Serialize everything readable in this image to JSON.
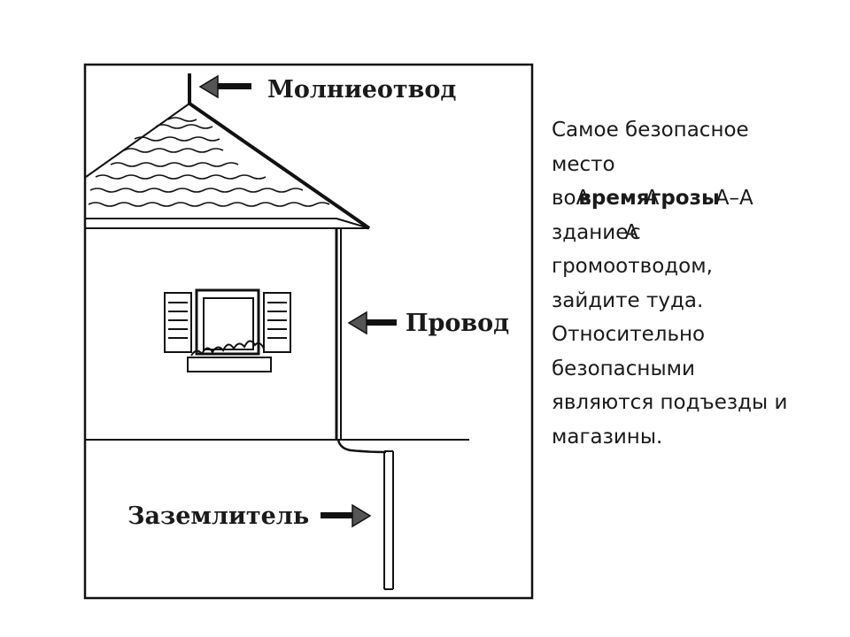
{
  "labels": {
    "lightning_rod": "Молниеотвод",
    "wire": "Провод",
    "ground_electrode": "Заземлитель"
  },
  "text_lines": [
    "Самое безопасное",
    "место"
  ],
  "text_line3": {
    "a": "во",
    "b": "А",
    "c": "время",
    "d": "А",
    "e": "грозы",
    "f": "А–А"
  },
  "text_line4": {
    "a": "здание",
    "b": "А",
    "c": "с"
  },
  "text_rest": [
    "громоотводом,",
    "зайдите туда.",
    "Относительно",
    "безопасными",
    "являются подъезды и",
    "магазины."
  ]
}
